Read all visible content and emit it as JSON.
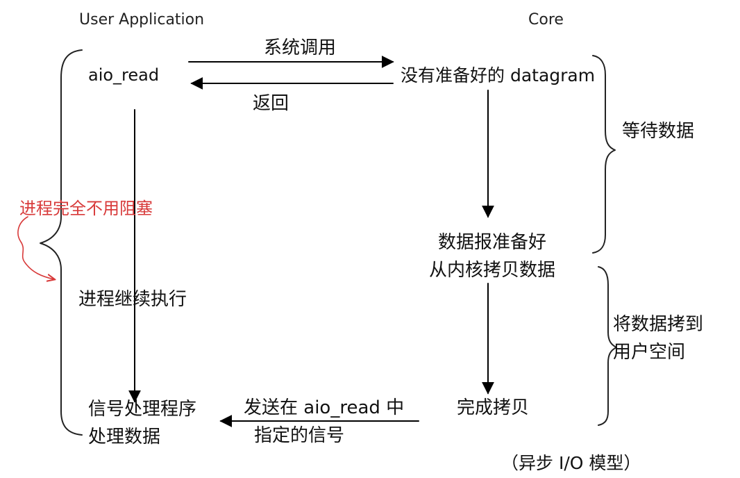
{
  "header": {
    "left_title": "User Application",
    "right_title": "Core"
  },
  "app": {
    "aio_read": "aio_read",
    "process_continue": "进程继续执行",
    "signal_handler_line1": "信号处理程序",
    "signal_handler_line2": "处理数据"
  },
  "core": {
    "not_ready": "没有准备好的 datagram",
    "ready_line1": "数据报准备好",
    "ready_line2": "从内核拷贝数据",
    "copy_done": "完成拷贝"
  },
  "arrows": {
    "syscall": "系统调用",
    "return": "返回",
    "send_signal_line1": "发送在 aio_read 中",
    "send_signal_line2": "指定的信号"
  },
  "phases": {
    "wait_data": "等待数据",
    "copy_line1": "将数据拷到",
    "copy_line2": "用户空间"
  },
  "annotation": {
    "non_blocking": "进程完全不用阻塞",
    "annotation_color": "#d83a3a"
  },
  "caption": "（异步 I/O 模型）"
}
